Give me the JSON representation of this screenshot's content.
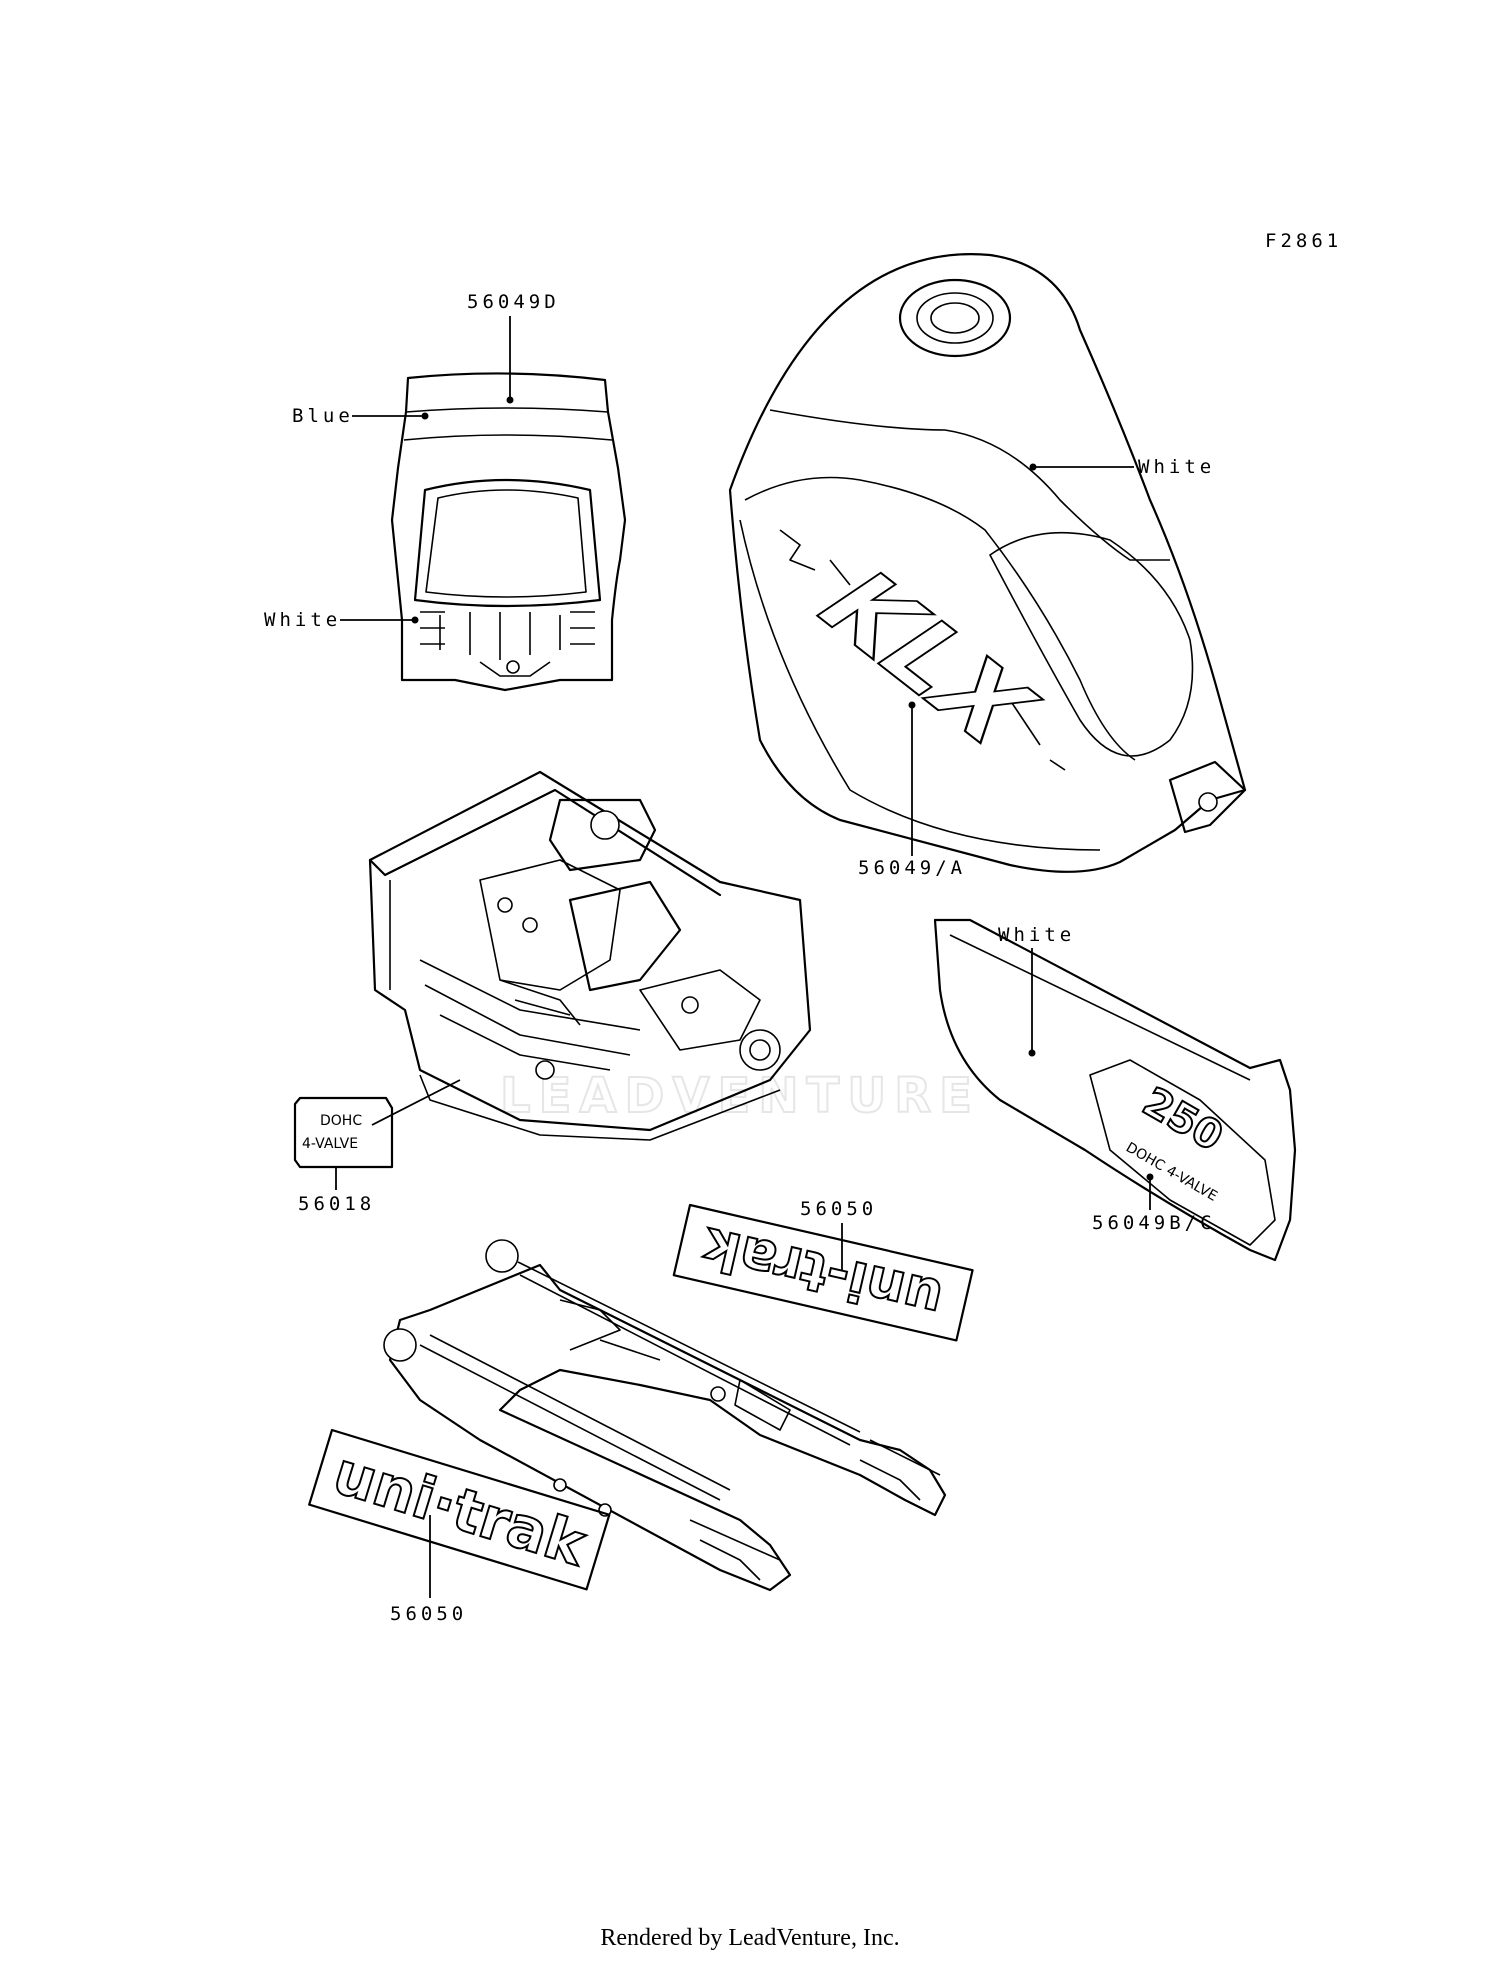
{
  "figure_code": "F2861",
  "labels": {
    "headlight_cover_part": "56049D",
    "headlight_color_top": "Blue",
    "headlight_color_bottom": "White",
    "fuel_tank_color": "White",
    "fuel_tank_part": "56049/A",
    "side_cover_color": "White",
    "side_cover_part": "56049B/C",
    "cylinder_head_part": "56018",
    "swingarm_upper_part": "56050",
    "swingarm_lower_part": "56050"
  },
  "decals": {
    "dohc_line1": "DOHC",
    "dohc_line2": "4-VALVE",
    "unitrak_upper": "uni-trak",
    "unitrak_lower": "uni·trak",
    "tank_logo": "KLX",
    "side_number": "250",
    "side_text": "DOHC 4-VALVE"
  },
  "watermark": "LEADVENTURE",
  "footer": "Rendered by LeadVenture, Inc."
}
